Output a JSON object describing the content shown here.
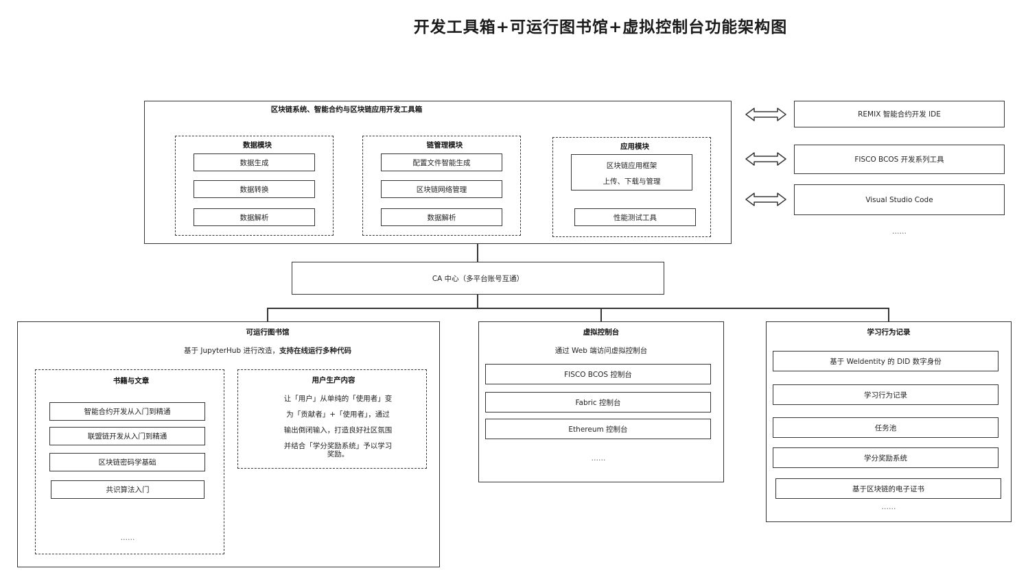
{
  "title": "开发工具箱+可运行图书馆+虚拟控制台功能架构图",
  "toolbox": {
    "title": "区块链系统、智能合约与区块链应用开发工具箱",
    "data_module": {
      "title": "数据模块",
      "items": [
        "数据生成",
        "数据转换",
        "数据解析"
      ]
    },
    "chain_module": {
      "title": "链管理模块",
      "items": [
        "配置文件智能生成",
        "区块链网络管理",
        "数据解析"
      ]
    },
    "app_module": {
      "title": "应用模块",
      "framework_line1": "区块链应用框架",
      "framework_line2": "上传、下载与管理",
      "perf_tool": "性能测试工具"
    }
  },
  "external_tools": {
    "items": [
      "REMIX 智能合约开发 IDE",
      "FISCO BCOS 开发系列工具",
      "Visual Studio Code"
    ],
    "more": "……"
  },
  "ca_center": "CA 中心（多平台账号互通）",
  "library": {
    "title": "可运行图书馆",
    "subtitle_plain": "基于 JupyterHub 进行改造，",
    "subtitle_bold": "支持在线运行多种代码",
    "books": {
      "title": "书籍与文章",
      "items": [
        "智能合约开发从入门到精通",
        "联盟链开发从入门到精通",
        "区块链密码学基础",
        "共识算法入门"
      ],
      "more": "……"
    },
    "ugc": {
      "title": "用户生产内容",
      "lines": [
        "让「用户」从单纯的「使用者」变",
        "为「贡献者」+「使用者」，通过",
        "输出倒闭输入，打造良好社区氛围",
        "并结合「学分奖励系统」予以学习",
        "奖励。"
      ]
    }
  },
  "console": {
    "title": "虚拟控制台",
    "subtitle": "通过 Web 端访问虚拟控制台",
    "items": [
      "FISCO BCOS 控制台",
      "Fabric 控制台",
      "Ethereum 控制台"
    ],
    "more": "……"
  },
  "learning": {
    "title": "学习行为记录",
    "items": [
      "基于 Weldentity 的 DID 数字身份",
      "学习行为记录",
      "任务池",
      "学分奖励系统",
      "基于区块链的电子证书"
    ],
    "more": "……"
  }
}
